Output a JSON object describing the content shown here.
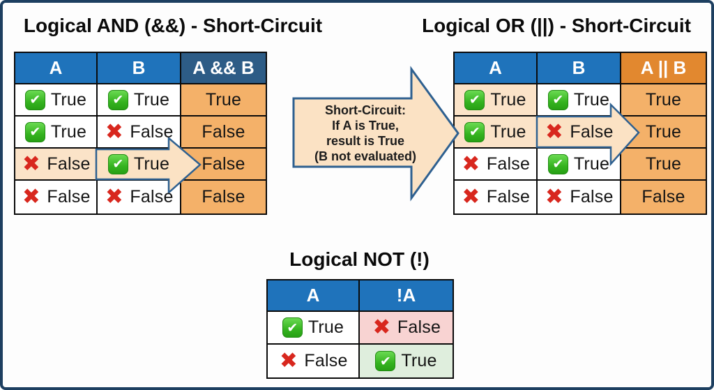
{
  "colors": {
    "frame_navy": "#1d3f60",
    "header_blue": "#1f73bb",
    "and_result_header_navy": "#2d5c86",
    "or_result_header_orange": "#e2882f",
    "result_cell_orange": "#f4b169",
    "highlight_peach": "#fbe3c8",
    "arrow_fill": "#fbe2c4",
    "arrow_stroke": "#2e6090",
    "not_false_pink": "#f8d3d2",
    "not_true_green": "#dfeedd",
    "check_green": "#35b31f",
    "cross_red": "#d8271e"
  },
  "and_section": {
    "title": "Logical AND (&&) - Short-Circuit",
    "headers": [
      "A",
      "B",
      "A && B"
    ],
    "rows": [
      {
        "a": {
          "icon": "check-icon",
          "label": "True"
        },
        "b": {
          "icon": "check-icon",
          "label": "True"
        },
        "result": "True"
      },
      {
        "a": {
          "icon": "check-icon",
          "label": "True"
        },
        "b": {
          "icon": "cross-icon",
          "label": "False"
        },
        "result": "False"
      },
      {
        "a": {
          "icon": "cross-icon",
          "label": "False",
          "highlight": true
        },
        "b": {
          "icon": "check-icon",
          "label": "True"
        },
        "result": "False"
      },
      {
        "a": {
          "icon": "cross-icon",
          "label": "False"
        },
        "b": {
          "icon": "cross-icon",
          "label": "False"
        },
        "result": "False"
      }
    ]
  },
  "or_section": {
    "title": "Logical OR (||) - Short-Circuit",
    "headers": [
      "A",
      "B",
      "A || B"
    ],
    "rows": [
      {
        "a": {
          "icon": "check-icon",
          "label": "True",
          "highlight": true
        },
        "b": {
          "icon": "check-icon",
          "label": "True"
        },
        "result": "True"
      },
      {
        "a": {
          "icon": "check-icon",
          "label": "True",
          "highlight": true
        },
        "b": {
          "icon": "cross-icon",
          "label": "False"
        },
        "result": "True"
      },
      {
        "a": {
          "icon": "cross-icon",
          "label": "False"
        },
        "b": {
          "icon": "check-icon",
          "label": "True"
        },
        "result": "True"
      },
      {
        "a": {
          "icon": "cross-icon",
          "label": "False"
        },
        "b": {
          "icon": "cross-icon",
          "label": "False"
        },
        "result": "False"
      }
    ]
  },
  "not_section": {
    "title": "Logical NOT (!)",
    "headers": [
      "A",
      "!A"
    ],
    "rows": [
      {
        "a": {
          "icon": "check-icon",
          "label": "True"
        },
        "result": {
          "icon": "cross-icon",
          "label": "False",
          "tone": "pink"
        }
      },
      {
        "a": {
          "icon": "cross-icon",
          "label": "False"
        },
        "result": {
          "icon": "check-icon",
          "label": "True",
          "tone": "green"
        }
      }
    ]
  },
  "callout": {
    "lines": [
      "Short-Circuit:",
      "If A is True,",
      "result is True",
      "(B not evaluated)"
    ]
  }
}
